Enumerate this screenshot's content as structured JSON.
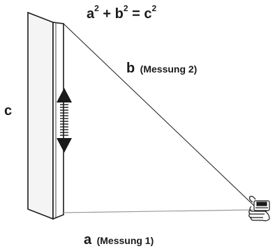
{
  "formula": {
    "a": "a",
    "b": "b",
    "c": "c",
    "exp": "2",
    "plus": " + ",
    "equals": " = "
  },
  "labels": {
    "c": "c",
    "b": "b",
    "b_note": "(Messung 2)",
    "a": "a",
    "a_note": "(Messung 1)"
  },
  "icons": {
    "wall": "wall-panel",
    "arrow": "double-headed-arrow",
    "device": "laser-distance-meter-in-hand"
  },
  "colors": {
    "ink": "#1a1a1a",
    "wall_fill": "#f4f4f4"
  }
}
